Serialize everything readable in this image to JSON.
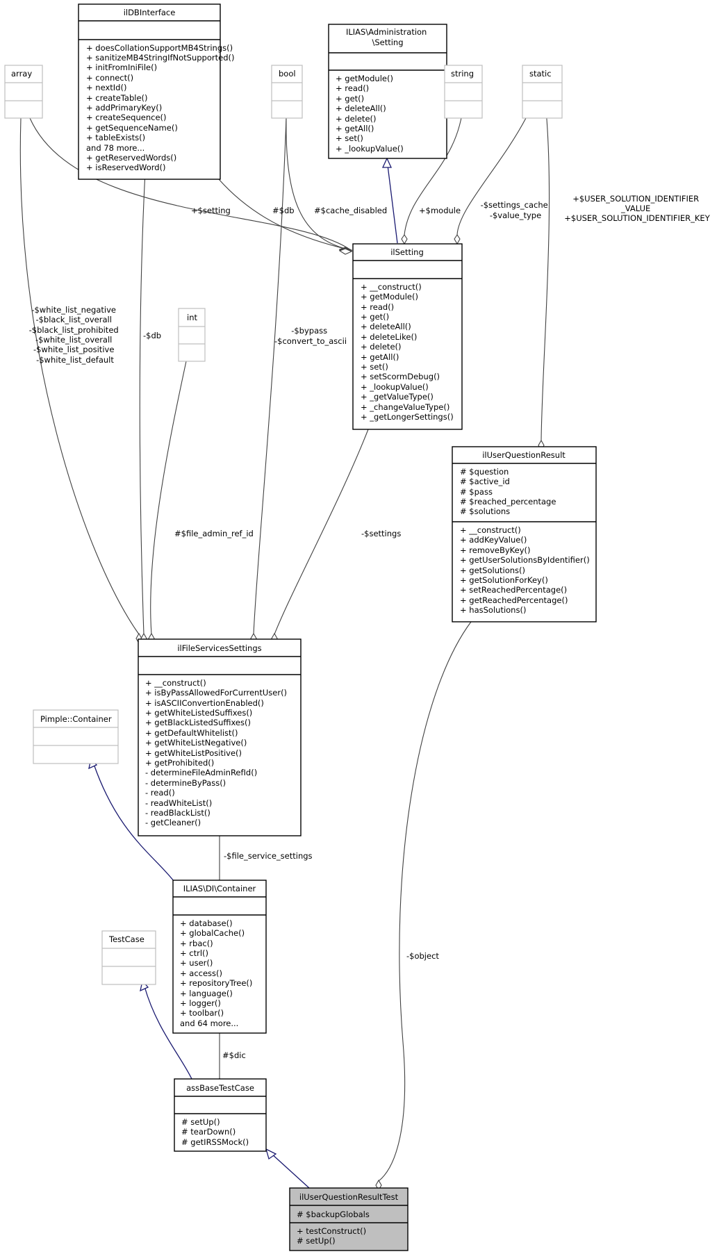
{
  "classes": {
    "ildbinterface": {
      "name": "ilDBInterface",
      "methods": [
        "+ doesCollationSupportMB4Strings()",
        "+ sanitizeMB4StringIfNotSupported()",
        "+ initFromIniFile()",
        "+ connect()",
        "+ nextId()",
        "+ createTable()",
        "+ addPrimaryKey()",
        "+ createSequence()",
        "+ getSequenceName()",
        "+ tableExists()",
        "and 78 more...",
        "+ getReservedWords()",
        "+ isReservedWord()"
      ]
    },
    "admin_setting": {
      "name_line1": "ILIAS\\Administration",
      "name_line2": "\\Setting",
      "methods": [
        "+ getModule()",
        "+ read()",
        "+ get()",
        "+ deleteAll()",
        "+ delete()",
        "+ getAll()",
        "+ set()",
        "+ _lookupValue()"
      ]
    },
    "array": {
      "name": "array"
    },
    "bool": {
      "name": "bool"
    },
    "string": {
      "name": "string"
    },
    "static": {
      "name": "static"
    },
    "int": {
      "name": "int"
    },
    "ilsetting": {
      "name": "ilSetting",
      "methods": [
        "+ __construct()",
        "+ getModule()",
        "+ read()",
        "+ get()",
        "+ deleteAll()",
        "+ deleteLike()",
        "+ delete()",
        "+ getAll()",
        "+ set()",
        "+ setScormDebug()",
        "+ _lookupValue()",
        "+ _getValueType()",
        "+ _changeValueType()",
        "+ _getLongerSettings()"
      ]
    },
    "iluserquestionresult": {
      "name": "ilUserQuestionResult",
      "attributes": [
        "# $question",
        "# $active_id",
        "# $pass",
        "# $reached_percentage",
        "# $solutions"
      ],
      "methods": [
        "+ __construct()",
        "+ addKeyValue()",
        "+ removeByKey()",
        "+ getUserSolutionsByIdentifier()",
        "+ getSolutions()",
        "+ getSolutionForKey()",
        "+ setReachedPercentage()",
        "+ getReachedPercentage()",
        "+ hasSolutions()"
      ]
    },
    "ilfileservicessettings": {
      "name": "ilFileServicesSettings",
      "methods": [
        "+ __construct()",
        "+ isByPassAllowedForCurrentUser()",
        "+ isASCIIConvertionEnabled()",
        "+ getWhiteListedSuffixes()",
        "+ getBlackListedSuffixes()",
        "+ getDefaultWhitelist()",
        "+ getWhiteListNegative()",
        "+ getWhiteListPositive()",
        "+ getProhibited()",
        "- determineFileAdminRefId()",
        "- determineByPass()",
        "- read()",
        "- readWhiteList()",
        "- readBlackList()",
        "- getCleaner()"
      ]
    },
    "pimple": {
      "name": "Pimple::Container"
    },
    "di_container": {
      "name": "ILIAS\\DI\\Container",
      "methods": [
        "+ database()",
        "+ globalCache()",
        "+ rbac()",
        "+ ctrl()",
        "+ user()",
        "+ access()",
        "+ repositoryTree()",
        "+ language()",
        "+ logger()",
        "+ toolbar()",
        "and 64 more..."
      ]
    },
    "testcase": {
      "name": "TestCase"
    },
    "assbasetestcase": {
      "name": "assBaseTestCase",
      "methods": [
        "# setUp()",
        "# tearDown()",
        "# getIRSSMock()"
      ]
    },
    "iluserquestionresulttest": {
      "name": "ilUserQuestionResultTest",
      "attributes": [
        "# $backupGlobals"
      ],
      "methods": [
        "+ testConstruct()",
        "# setUp()"
      ]
    }
  },
  "edge_labels": {
    "setting": "+$setting",
    "db_ilsetting": "#$db",
    "cache_disabled": "#$cache_disabled",
    "module": "+$module",
    "settings_cache": [
      "-$settings_cache",
      "-$value_type"
    ],
    "user_solution": [
      "+$USER_SOLUTION_IDENTIFIER",
      "_VALUE",
      "+$USER_SOLUTION_IDENTIFIER_KEY"
    ],
    "white_lists": [
      "-$white_list_negative",
      "-$black_list_overall",
      "-$black_list_prohibited",
      "-$white_list_overall",
      "-$white_list_positive",
      "-$white_list_default"
    ],
    "db_files": "-$db",
    "bypass": [
      "-$bypass",
      "-$convert_to_ascii"
    ],
    "file_admin_ref_id": "#$file_admin_ref_id",
    "settings": "-$settings",
    "file_service_settings": "-$file_service_settings",
    "object": "-$object",
    "dic": "#$dic"
  }
}
